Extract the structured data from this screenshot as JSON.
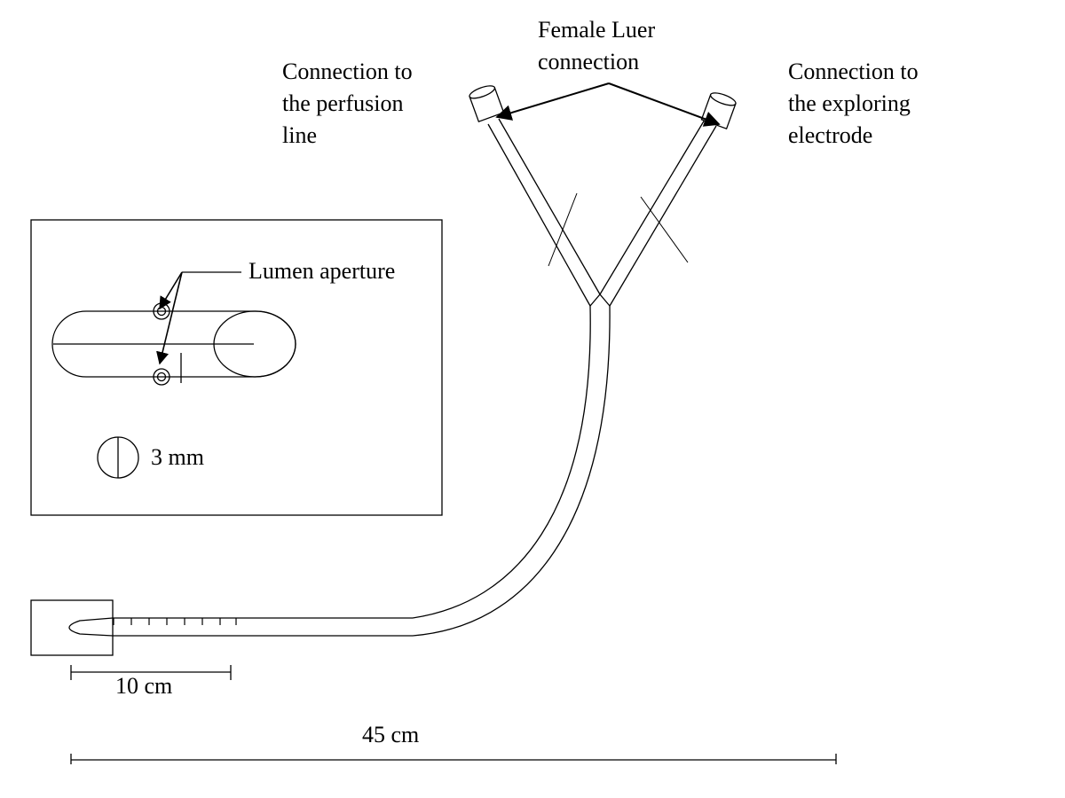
{
  "labels": {
    "female_luer": [
      "Female Luer",
      "connection"
    ],
    "perfusion": [
      "Connection to",
      "the perfusion",
      "line"
    ],
    "electrode": [
      "Connection to",
      "the exploring",
      "electrode"
    ],
    "lumen_aperture": "Lumen aperture",
    "scale_3mm": "3 mm",
    "scale_10cm": "10 cm",
    "scale_45cm": "45 cm"
  },
  "colors": {
    "stroke": "#000000",
    "background": "#ffffff"
  }
}
